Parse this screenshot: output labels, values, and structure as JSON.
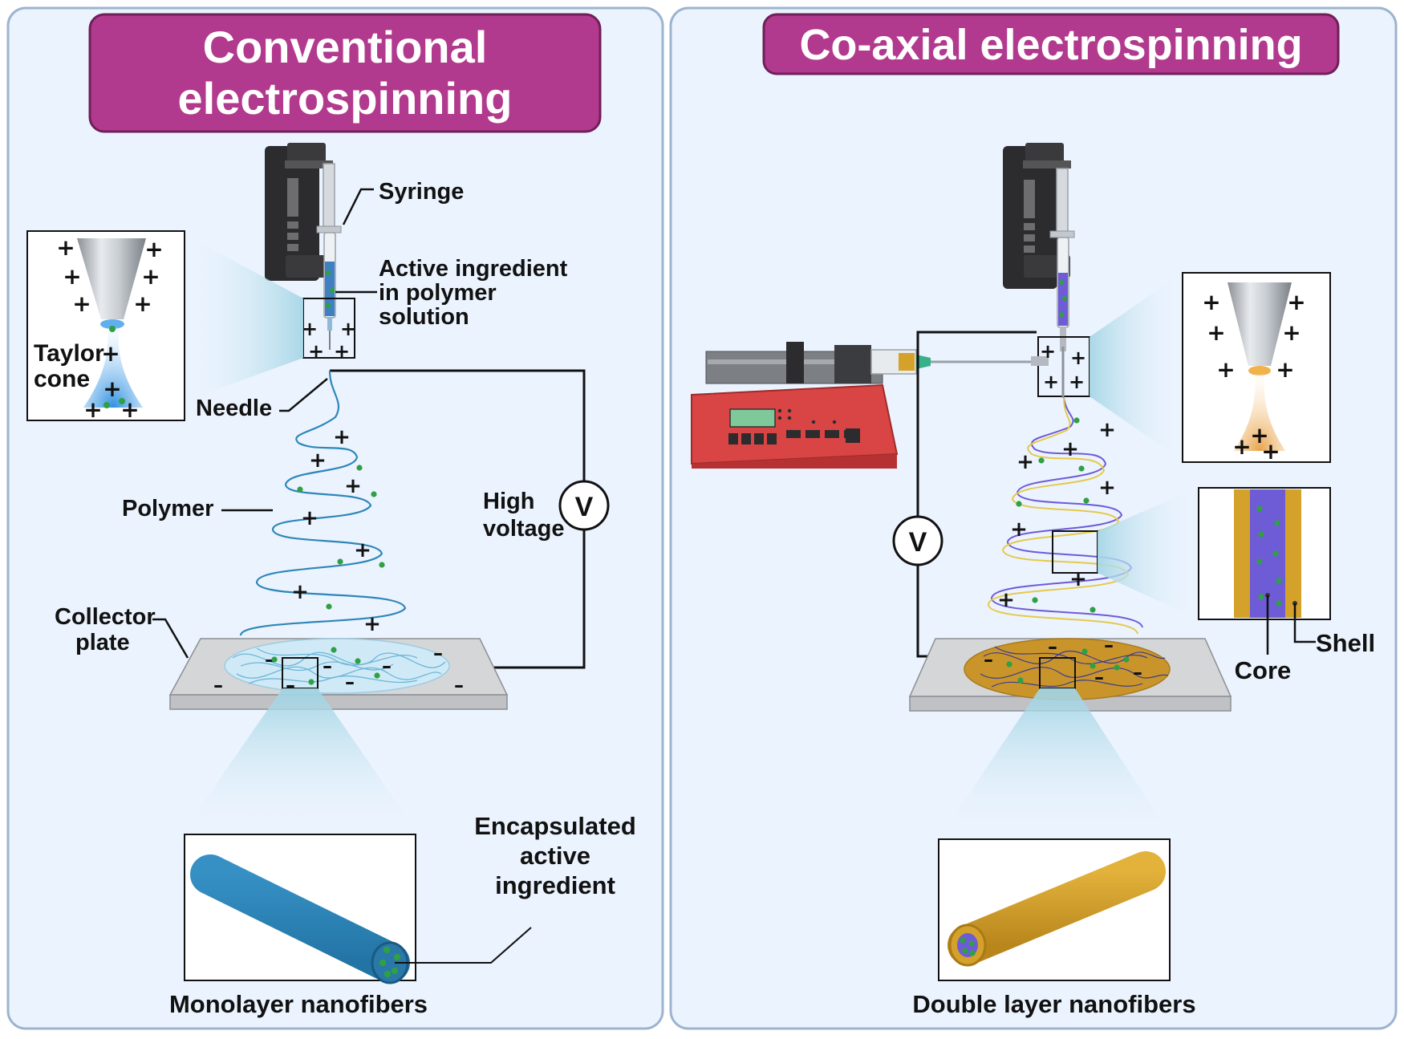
{
  "colors": {
    "title_bg": "#B23A8E",
    "panel_bg": "#EBF3FE",
    "panel_border": "#9DB4CE",
    "blue_fiber": "#2E86B9",
    "gold_fiber": "#D4A12A",
    "core_purple": "#6E5BD6",
    "particle_green": "#2FA043",
    "pump_red": "#D94444"
  },
  "left": {
    "title_line1": "Conventional",
    "title_line2": "electrospinning",
    "syringe": "Syringe",
    "active_l1": "Active ingredient",
    "active_l2": "in polymer",
    "active_l3": "solution",
    "taylor_l1": "Taylor",
    "taylor_l2": "cone",
    "needle": "Needle",
    "polymer": "Polymer",
    "high_l1": "High",
    "high_l2": "voltage",
    "voltmeter": "V",
    "collector_l1": "Collector",
    "collector_l2": "plate",
    "encap_l1": "Encapsulated",
    "encap_l2": "active",
    "encap_l3": "ingredient",
    "caption": "Monolayer nanofibers"
  },
  "right": {
    "title": "Co-axial electrospinning",
    "voltmeter": "V",
    "core": "Core",
    "shell": "Shell",
    "caption": "Double layer nanofibers"
  },
  "symbols": {
    "plus": "+",
    "minus": "–"
  }
}
